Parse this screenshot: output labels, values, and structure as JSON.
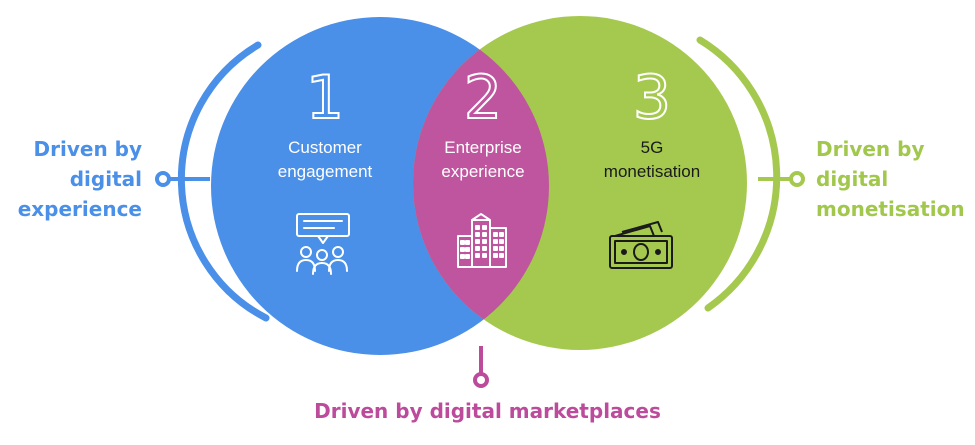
{
  "colors": {
    "blue": "#4a8fe8",
    "magenta": "#bf559f",
    "green": "#a5c94f",
    "blue_label": "#4a8fe8",
    "green_label": "#a1c84d",
    "magenta_label": "#bc4b9c",
    "text_on_circle": "#ffffff",
    "text_on_green": "#1a1a1a"
  },
  "segments": [
    {
      "number": "1",
      "lines": [
        "Customer",
        "engagement"
      ],
      "icon": "chat-audience-icon"
    },
    {
      "number": "2",
      "lines": [
        "Enterprise",
        "experience"
      ],
      "icon": "office-buildings-icon"
    },
    {
      "number": "3",
      "lines": [
        "5G",
        "monetisation"
      ],
      "icon": "cash-bills-icon"
    }
  ],
  "labels": {
    "left": [
      "Driven by",
      "digital",
      "experience"
    ],
    "right": [
      "Driven by",
      "digital",
      "monetisation"
    ],
    "bottom": "Driven by digital marketplaces"
  }
}
